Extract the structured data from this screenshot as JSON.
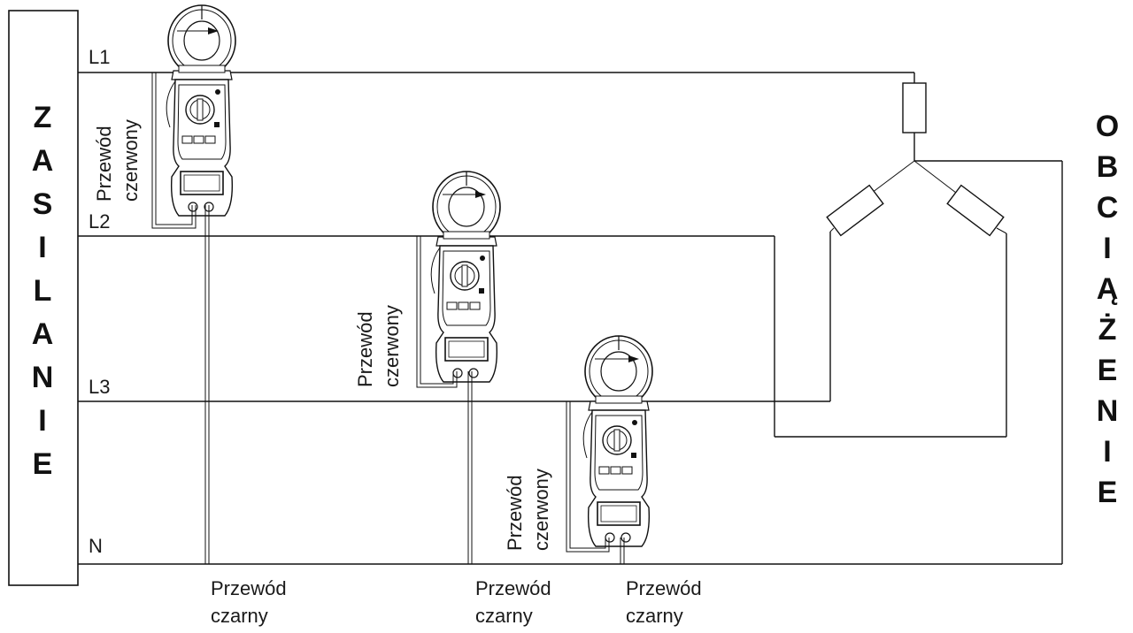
{
  "supply": {
    "letters": [
      "Z",
      "A",
      "S",
      "I",
      "L",
      "A",
      "N",
      "I",
      "E"
    ]
  },
  "load": {
    "letters": [
      "O",
      "B",
      "C",
      "I",
      "Ą",
      "Ż",
      "E",
      "N",
      "I",
      "E"
    ]
  },
  "lines": {
    "l1": "L1",
    "l2": "L2",
    "l3": "L3",
    "n": "N"
  },
  "meters": [
    {
      "red_lead": [
        "Przewód",
        "czerwony"
      ],
      "black_lead": [
        "Przewód",
        "czarny"
      ]
    },
    {
      "red_lead": [
        "Przewód",
        "czerwony"
      ],
      "black_lead": [
        "Przewód",
        "czarny"
      ]
    },
    {
      "red_lead": [
        "Przewód",
        "czerwony"
      ],
      "black_lead": [
        "Przewód",
        "czarny"
      ]
    }
  ]
}
